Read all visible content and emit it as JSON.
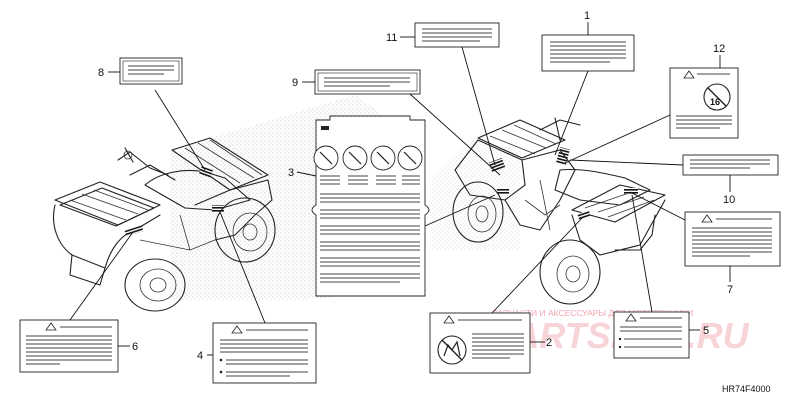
{
  "diagram": {
    "callouts": [
      "1",
      "2",
      "3",
      "4",
      "5",
      "6",
      "7",
      "8",
      "9",
      "10",
      "11",
      "12"
    ],
    "part_code": "HR74F4000",
    "label_12_number": "16",
    "watermark": {
      "caption": "ЗАПЧАСТИ И АКСЕССУАРЫ ДЛЯ МОТОТЕХНИКИ",
      "logo": "PARTSFOR.RU"
    }
  }
}
